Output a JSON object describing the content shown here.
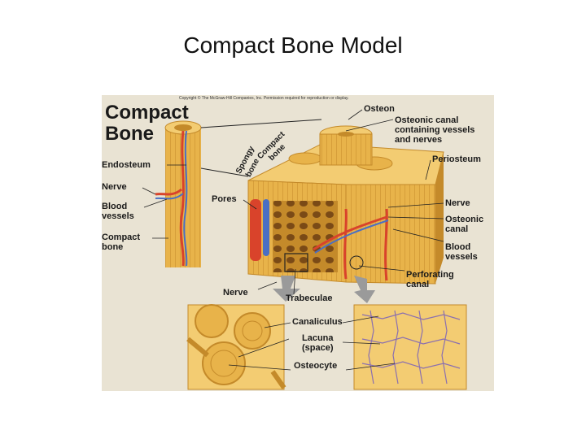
{
  "slide": {
    "title": "Compact Bone Model"
  },
  "figure": {
    "copyright": "Copyright © The McGraw-Hill Companies, Inc. Permission required for reproduction or display.",
    "title_line1": "Compact",
    "title_line2": "Bone",
    "labels": {
      "endosteum": "Endosteum",
      "nerve_left": "Nerve",
      "blood_vessels_left_1": "Blood",
      "blood_vessels_left_2": "vessels",
      "compact_bone_1": "Compact",
      "compact_bone_2": "bone",
      "spongy_1": "Spongy",
      "spongy_2": "bone",
      "compact_rot_1": "Compact",
      "compact_rot_2": "bone",
      "pores": "Pores",
      "osteon": "Osteon",
      "osteonic_canal_vessels_1": "Osteonic canal",
      "osteonic_canal_vessels_2": "containing vessels",
      "osteonic_canal_vessels_3": "and nerves",
      "periosteum": "Periosteum",
      "nerve_right": "Nerve",
      "osteonic_canal_1": "Osteonic",
      "osteonic_canal_2": "canal",
      "blood_vessels_right_1": "Blood",
      "blood_vessels_right_2": "vessels",
      "perforating_canal_1": "Perforating",
      "perforating_canal_2": "canal",
      "nerve_bottom": "Nerve",
      "trabeculae": "Trabeculae",
      "canaliculus": "Canaliculus",
      "lacuna_1": "Lacuna",
      "lacuna_2": "(space)",
      "osteocyte": "Osteocyte"
    }
  },
  "colors": {
    "bone": "#e8b34a",
    "bone_light": "#f3cc72",
    "bone_dark": "#c48a2a",
    "artery": "#d9432b",
    "vein": "#4a6fc4",
    "background": "#e9e3d3"
  }
}
